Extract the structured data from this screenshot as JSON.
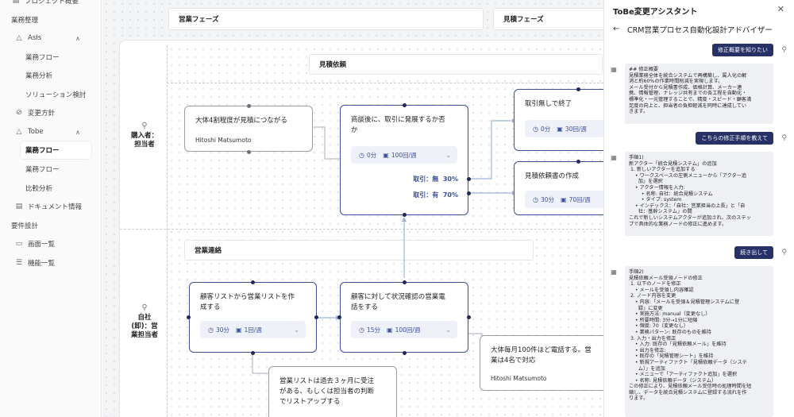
{
  "sidebar": {
    "items": [
      {
        "label": "プロジェクト概要",
        "icon": "document-icon",
        "level": "lvl0"
      },
      {
        "label": "業務整理",
        "icon": "",
        "level": "lvl0"
      },
      {
        "label": "AsIs",
        "icon": "triangle-icon",
        "level": "lvl1"
      },
      {
        "label": "業務フロー",
        "icon": "",
        "level": "lvl2"
      },
      {
        "label": "業務分析",
        "icon": "",
        "level": "lvl2"
      },
      {
        "label": "ソリューション検討",
        "icon": "",
        "level": "lvl2"
      },
      {
        "label": "変更方針",
        "icon": "compass-icon",
        "level": "lvl1"
      },
      {
        "label": "Tobe",
        "icon": "triangle-icon",
        "level": "lvl1"
      },
      {
        "label": "業務フロー",
        "icon": "",
        "level": "lvl2"
      },
      {
        "label": "業務フロー",
        "icon": "",
        "level": "lvl2"
      },
      {
        "label": "比較分析",
        "icon": "",
        "level": "lvl2"
      },
      {
        "label": "ドキュメント情報",
        "icon": "document-icon",
        "level": "lvl1"
      },
      {
        "label": "要件設計",
        "icon": "",
        "level": "lvl0"
      },
      {
        "label": "画面一覧",
        "icon": "monitor-icon",
        "level": "lvl1"
      },
      {
        "label": "機能一覧",
        "icon": "list-icon",
        "level": "lvl1"
      }
    ]
  },
  "canvas": {
    "phases": {
      "sales": "営業フェーズ",
      "estimate": "見積フェーズ"
    },
    "section_estimate": "見積依頼",
    "section_contact": "営業連絡",
    "lanes": {
      "buyer": "購入者：\n担当者",
      "company": "自社\n(卸)：営\n業担当者"
    },
    "nodes": {
      "n1": {
        "title": "大体4割程度が見積につながる",
        "owner": "Hitoshi Matsumoto"
      },
      "n2": {
        "title": "商談後に、取引に発展するか否\nか",
        "time": "0分",
        "freq": "100回/週",
        "branch1": "取引：無  30%",
        "branch2": "取引：有  70%"
      },
      "n3": {
        "title": "取引無しで終了",
        "time": "0分",
        "freq": "30回/週"
      },
      "n4": {
        "title": "見積依頼書の作成",
        "time": "30分",
        "freq": "70回/週"
      },
      "n5": {
        "title": "顧客リストから営業リストを作\n成する",
        "time": "30分",
        "freq": "1回/週"
      },
      "n6": {
        "title": "顧客に対して状況確認の営業電\n話をする",
        "time": "15分",
        "freq": "100回/週"
      },
      "n7": {
        "title": "大体毎月100件ほど電話する。営\n業は4名で対応",
        "owner": "Hitoshi Matsumoto"
      },
      "n8": {
        "title": "営業リストは過去３ヶ月に受注\nがある、もしくは担当者の判断\nでリストアップする"
      }
    }
  },
  "assistant": {
    "title": "ToBe変更アシスタント",
    "subtitle": "CRM営業プロセス自動化設計アドバイザー",
    "user_msgs": [
      "修正概要を知りたい",
      "こちらの修正手順を教えて",
      "続き出して"
    ],
    "ans1": [
      "## 修正概要",
      "見積業務全体を統合システムで再構築し、属人化の解",
      "消と約60%の作業時間削減を実現します。",
      "メール受付から見積書作成、価格計算、メーカー連",
      "携、情報管理、ナレッジ共有までの各工程を自動化・",
      "標準化・一元管理することで、精度・スピード・顧客満",
      "足度の向上と、担当者の負担軽減を同時に達成してい",
      "きます。"
    ],
    "ans2": [
      "手順1)",
      "新アクター「統合見積システム」の追加",
      " 1. 新しいアクターを追加する",
      "    • ワークスペースの左側メニューから「アクター追",
      "      加」を選択",
      "    • アクター情報を入力:",
      "        • 名称: 自社：統合見積システム",
      "        • タイプ: system",
      "    • インデックス：「自社：営業担当の上長」と「自",
      "      社：基幹システム」の間",
      "これで新しいシステムアクターが追加され、次のステッ",
      "プで具体的な業務ノードの修正に進めます。"
    ],
    "ans3": [
      "手順2)",
      "見積依頼メール受領ノードの修正",
      " 1. 以下のノードを修正",
      "    • メールを受領し内容確認",
      " 2. ノード内容を変更",
      "    • 内容:「メールを受領＆見積管理システムに登",
      "      録」に変更",
      "    • 実施方法: manual（変更なし）",
      "    • 所要時間: 3分→1分に短縮",
      "    • 頻度: 70（変更なし）",
      "    • 業務パターン: 既存のものを維持",
      " 3. 入力・出力を修正",
      "    • 入力: 既存の「見積依頼メール」を維持",
      "    • 出力を修正:",
      "    • 既存の「見積管理シート」を維持",
      "    • 新規アーティファクト「見積依頼データ（システ",
      "      ム）」を追加",
      "    • メニューで「アーティファクト追加」を選択",
      "    • 名称: 見積依頼データ（システム）",
      "この修正により、見積依頼メール受信時の処理時間を短",
      "縮し、データを統合見積システムに登録する流れを作",
      "ります。"
    ]
  }
}
